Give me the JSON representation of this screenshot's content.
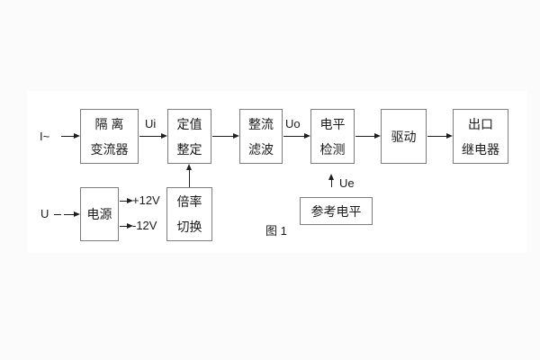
{
  "figure": {
    "caption": "图 1",
    "colors": {
      "page_bg": "#fbfbfb",
      "panel_bg": "#ffffff",
      "box_border": "#7d7d7d",
      "line": "#1f1f1f",
      "text": "#1a1a1a"
    }
  },
  "labels": {
    "input_current": "I~",
    "input_voltage": "U",
    "ui": "Ui",
    "uo": "Uo",
    "ue": "Ue",
    "plus12v": "+12V",
    "minus12v": "-12V"
  },
  "blocks": {
    "isolation": {
      "line1": "隔 离",
      "line2": "变流器"
    },
    "setting": {
      "line1": "定值",
      "line2": "整定"
    },
    "rectifier": {
      "line1": "整流",
      "line2": "滤波"
    },
    "level": {
      "line1": "电平",
      "line2": "检测"
    },
    "drive": {
      "line1": "驱动"
    },
    "relay": {
      "line1": "出口",
      "line2": "继电器"
    },
    "power": {
      "line1": "电源"
    },
    "multiplier": {
      "line1": "倍率",
      "line2": "切换"
    },
    "reference": {
      "line1": "参考电平"
    }
  }
}
